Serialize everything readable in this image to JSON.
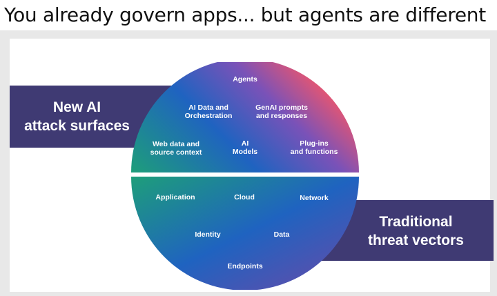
{
  "title": "You already govern apps... but agents are different",
  "banners": {
    "new_ai_line1": "New AI",
    "new_ai_line2": "attack surfaces",
    "traditional_line1": "Traditional",
    "traditional_line2": "threat vectors"
  },
  "ai_surfaces": {
    "agents": "Agents",
    "ai_data_line1": "AI Data and",
    "ai_data_line2": "Orchestration",
    "genai_line1": "GenAI prompts",
    "genai_line2": "and responses",
    "web_line1": "Web data and",
    "web_line2": "source context",
    "models_line1": "AI",
    "models_line2": "Models",
    "plugins_line1": "Plug-ins",
    "plugins_line2": "and functions"
  },
  "threat_vectors": {
    "application": "Application",
    "cloud": "Cloud",
    "network": "Network",
    "identity": "Identity",
    "data": "Data",
    "endpoints": "Endpoints"
  },
  "colors": {
    "banner": "#3f3a73",
    "gradient_green": "#1e9e7a",
    "gradient_blue": "#1f63c0",
    "gradient_purple": "#7a52b8",
    "gradient_pink": "#f0566b"
  }
}
